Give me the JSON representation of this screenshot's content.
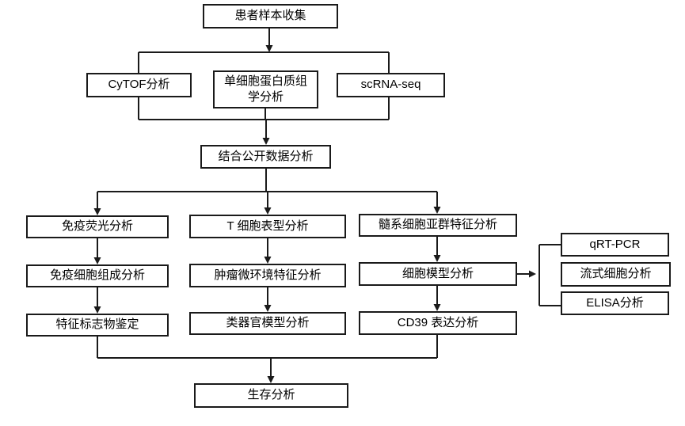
{
  "diagram": {
    "type": "flowchart",
    "colors": {
      "background": "#ffffff",
      "box_fill": "#ffffff",
      "box_border": "#1a1a1a",
      "line": "#1a1a1a",
      "text": "#000000"
    },
    "nodes": {
      "patient_sample": "患者样本收集",
      "cytof": "CyTOF分析",
      "sc_proteomics": "单细胞蛋白质组\n学分析",
      "scrna_seq": "scRNA-seq",
      "public_data": "结合公开数据分析",
      "immunofluorescence": "免疫荧光分析",
      "immune_composition": "免疫细胞组成分析",
      "marker_id": "特征标志物鉴定",
      "t_cell": "T 细胞表型分析",
      "tme": "肿瘤微环境特征分析",
      "organoid": "类器官模型分析",
      "myeloid": "髓系细胞亚群特征分析",
      "cell_model": "细胞模型分析",
      "cd39": "CD39 表达分析",
      "qrt_pcr": "qRT-PCR",
      "flow_cytometry": "流式细胞分析",
      "elisa": "ELISA分析",
      "survival": "生存分析"
    },
    "edges": [
      {
        "from": "patient_sample",
        "to": "cytof"
      },
      {
        "from": "patient_sample",
        "to": "sc_proteomics"
      },
      {
        "from": "patient_sample",
        "to": "scrna_seq"
      },
      {
        "from": "cytof",
        "to": "public_data"
      },
      {
        "from": "sc_proteomics",
        "to": "public_data"
      },
      {
        "from": "scrna_seq",
        "to": "public_data"
      },
      {
        "from": "public_data",
        "to": "immunofluorescence"
      },
      {
        "from": "public_data",
        "to": "t_cell"
      },
      {
        "from": "public_data",
        "to": "myeloid"
      },
      {
        "from": "immunofluorescence",
        "to": "immune_composition"
      },
      {
        "from": "immune_composition",
        "to": "marker_id"
      },
      {
        "from": "t_cell",
        "to": "tme"
      },
      {
        "from": "tme",
        "to": "organoid"
      },
      {
        "from": "myeloid",
        "to": "cell_model"
      },
      {
        "from": "cell_model",
        "to": "cd39"
      },
      {
        "from": "cell_model",
        "to": "qrt_pcr"
      },
      {
        "from": "cell_model",
        "to": "flow_cytometry"
      },
      {
        "from": "cell_model",
        "to": "elisa"
      },
      {
        "from": "marker_id",
        "to": "survival"
      },
      {
        "from": "cd39",
        "to": "survival"
      }
    ]
  }
}
